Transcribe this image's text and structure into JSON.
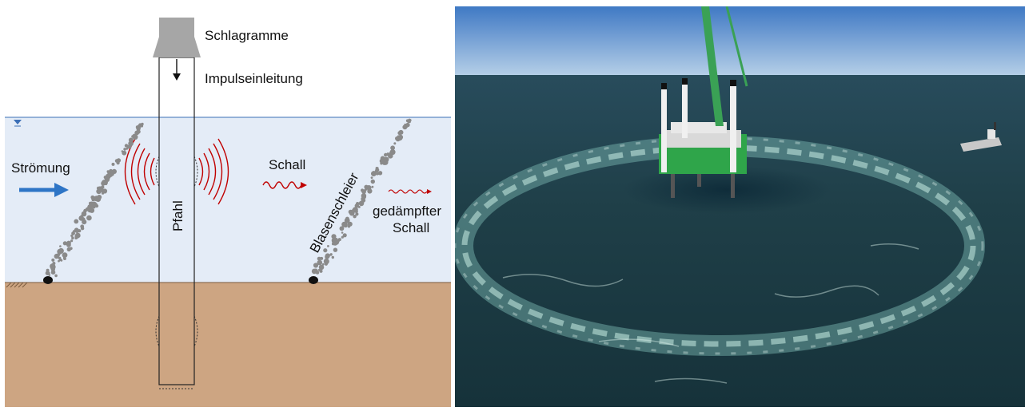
{
  "diagram": {
    "labels": {
      "hammer": "Schlagramme",
      "impulse": "Impulseinleitung",
      "current": "Strömung",
      "pile": "Pfahl",
      "sound": "Schall",
      "bubble_curtain": "Blasenschleier",
      "damped_sound_line1": "gedämpfter",
      "damped_sound_line2": "Schall"
    },
    "colors": {
      "water": "#e4ecf7",
      "water_line": "#3b6fb6",
      "seabed": "#cda582",
      "current_arrow": "#2e75c6",
      "sound_waves": "#c00000",
      "bubbles": "#8a8a8a",
      "hammer": "#a6a6a6"
    }
  },
  "photo": {
    "colors": {
      "sky_top": "#3f79c4",
      "sky_horizon": "#b7d0e8",
      "sea": "#1d3c45",
      "foam": "#9fd3c8",
      "platform": "#2fa54a"
    }
  }
}
